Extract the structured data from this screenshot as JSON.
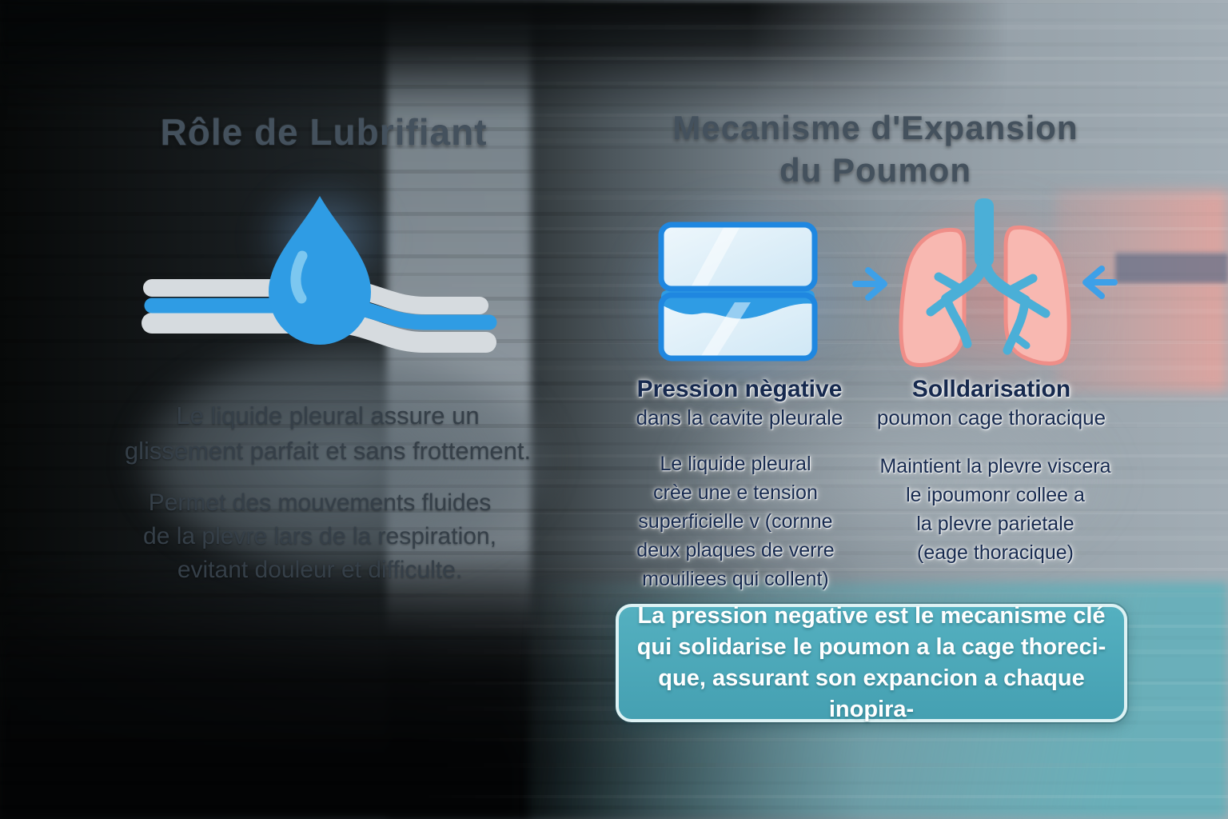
{
  "left_panel": {
    "title": "Rôle de Lubrifiant",
    "paragraph1": "Le liquide pleural assure un\nglissement parfait et sans frottement.",
    "paragraph2": "Permet des mouvements fluides\nde la plevre lars de la respiration,\nevitant douleur et difficulte."
  },
  "right_panel": {
    "title": "Mecanisme d'Expansion\ndu Poumon",
    "col_pressure": {
      "heading": "Pression nègative",
      "subheading": "dans la cavite pleurale",
      "body": "Le liquide pleural\ncrèe une e tension\nsuperficielle v (cornne\ndeux plaques de verre\nmouiliees qui collent)"
    },
    "col_solidarisation": {
      "heading": "Solldarisation",
      "subheading": "poumon cage thoracique",
      "body": "Maintient la plevre viscera\nle ipoumonr collee a\nla plevre parietale\n(eage thoracique)"
    },
    "callout": "La pression negative est le mecanisme clé\nqui solidarise le poumon a la cage thoreci-\nque, assurant son expancion a chaque inopira-"
  },
  "icons": {
    "droplet": "water-droplet-icon",
    "membranes": "pleural-layers-icon",
    "glass_plates": "wet-glass-plates-icon",
    "lungs": "lungs-icon",
    "arrow_right": "arrow-right-icon",
    "arrow_left": "arrow-left-icon"
  },
  "colors": {
    "droplet_blue": "#2f9ce4",
    "plate_border_blue": "#1f87e0",
    "lung_pink": "#f8b8b1",
    "bronchi_blue": "#4bafd7",
    "arrow_blue": "#3da0e8",
    "callout_teal": "#4aa6b6",
    "heading_navy": "#16294e",
    "title_gray": "#44515d"
  }
}
